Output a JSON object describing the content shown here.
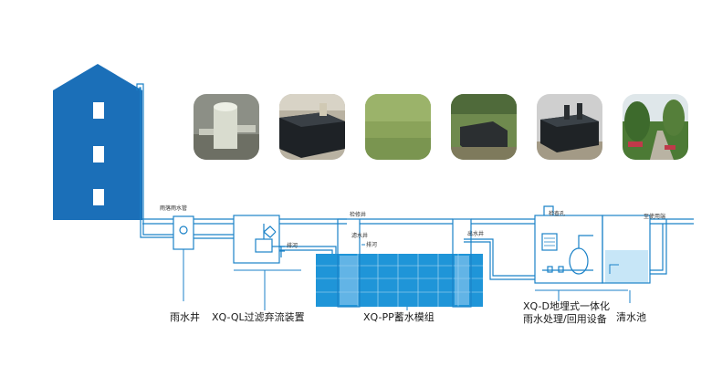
{
  "small_labels": {
    "rain_pipe": "雨落雨水管",
    "drain1": "排河",
    "inspection_well": "检修井",
    "filter_well": "滤水井",
    "drain2": "排河",
    "outlet_well": "出水井",
    "check_hole": "检查孔",
    "reuse_pipe": "至使用端"
  },
  "main_labels": {
    "rain_well": "雨水井",
    "filter_device": "XQ-QL过滤弃流装置",
    "storage_module": "XQ-PP蓄水模组",
    "integrated_line1": "XQ-D地埋式一体化",
    "integrated_line2": "雨水处理/回用设备",
    "clear_pool": "清水池"
  },
  "colors": {
    "pipe": "#1b82c8",
    "building": "#1b6fb8",
    "pool_water": "#2f97d4"
  }
}
